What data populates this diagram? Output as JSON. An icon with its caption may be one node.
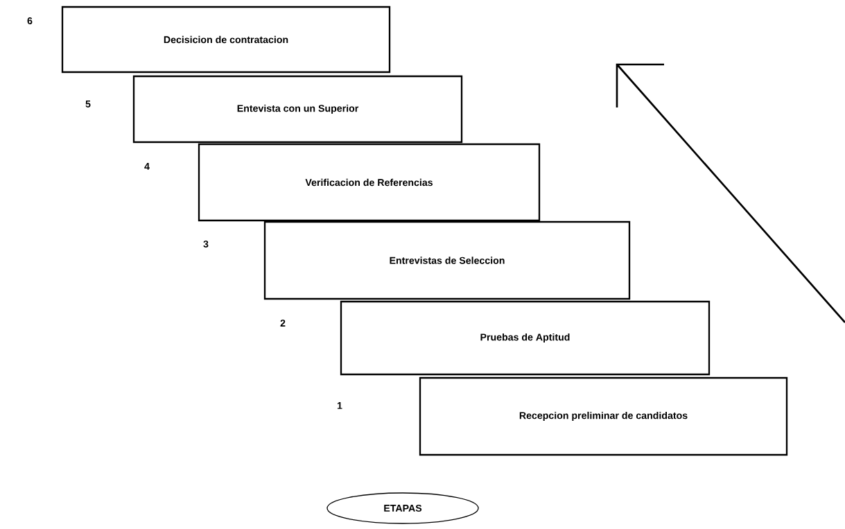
{
  "diagram": {
    "nodes": [
      {
        "text": [
          "Decisicion de contratacion"
        ]
      },
      {
        "text": [
          "Entevista con un Superior"
        ]
      },
      {
        "text": [
          "Verificacion de Referencias"
        ]
      },
      {
        "text": [
          "Entrevistas de Seleccion"
        ]
      },
      {
        "text": [
          "Pruebas de Aptitud"
        ]
      },
      {
        "text": [
          "Recepcion preliminar de candidatos"
        ]
      },
      {
        "text": [
          "ETAPAS"
        ]
      }
    ],
    "labels": [
      "6",
      "5",
      "4",
      "3",
      "2",
      "1"
    ]
  }
}
